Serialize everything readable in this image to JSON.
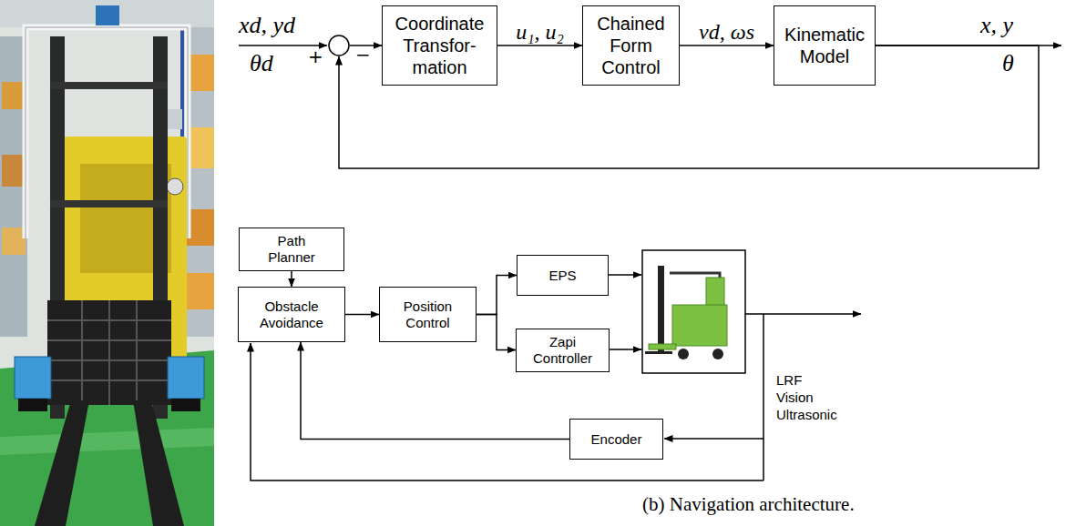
{
  "diagram": {
    "caption": "(b) Navigation architecture.",
    "nodes": [
      {
        "text": [
          "+",
          "−"
        ]
      },
      {
        "text": [
          "Coordinate Transfor- mation"
        ]
      },
      {
        "text": [
          "Chained Form Control"
        ]
      },
      {
        "text": [
          "Kinematic Model"
        ]
      },
      {
        "text": [
          "Path Planner"
        ]
      },
      {
        "text": [
          "Obstacle Avoidance"
        ]
      },
      {
        "text": [
          "Position Control"
        ]
      },
      {
        "text": [
          "EPS"
        ]
      },
      {
        "text": [
          "Zapi Controller"
        ]
      },
      {
        "text": [
          "Encoder"
        ]
      }
    ],
    "edges": [
      {
        "from": 0,
        "to": 1,
        "arrow": "to"
      },
      {
        "from": 1,
        "to": 2,
        "label": "u₁, u₂",
        "arrow": "to"
      },
      {
        "from": 2,
        "to": 3,
        "label": "vd, ωs",
        "arrow": "to"
      },
      {
        "from": 3,
        "to": 0,
        "arrow": "to"
      },
      {
        "from": 4,
        "to": 5,
        "arrow": "to"
      },
      {
        "from": 5,
        "to": 6,
        "arrow": "to"
      },
      {
        "from": 6,
        "to": 7,
        "arrow": "to"
      },
      {
        "from": 6,
        "to": 8,
        "arrow": "to"
      },
      {
        "from": 9,
        "to": 5,
        "arrow": "to"
      }
    ],
    "labels": [
      "xd, yd",
      "θd",
      "x, y",
      "θ",
      "LRF",
      "Vision",
      "Ultrasonic"
    ]
  }
}
